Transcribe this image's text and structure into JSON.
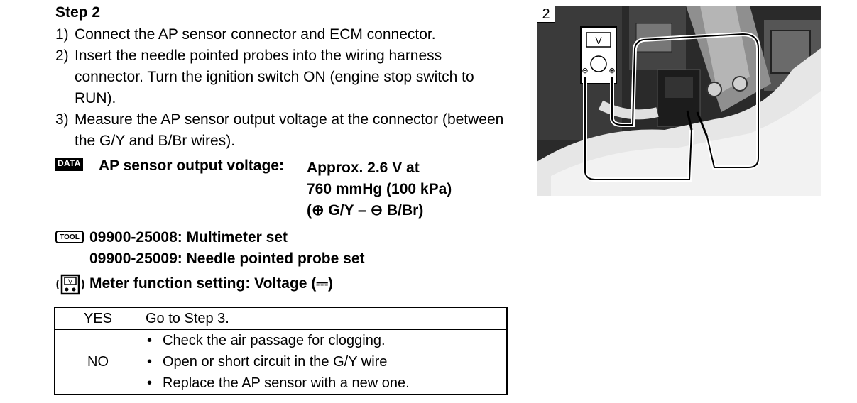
{
  "step": {
    "title": "Step 2",
    "items": [
      {
        "num": "1)",
        "text": "Connect the AP sensor connector and ECM connector."
      },
      {
        "num": "2)",
        "text": "Insert the needle pointed probes into the wiring harness connector. Turn the ignition switch ON (engine stop switch to RUN)."
      },
      {
        "num": "3)",
        "text": "Measure the AP sensor output voltage at the connector (between the G/Y and B/Br wires)."
      }
    ]
  },
  "spec": {
    "badge": "DATA",
    "label": "AP sensor output voltage:",
    "value_lines": [
      "Approx. 2.6 V at",
      "760 mmHg (100 kPa)",
      "(⊕ G/Y – ⊖ B/Br)"
    ]
  },
  "tools": {
    "badge": "TOOL",
    "lines": [
      "09900-25008: Multimeter set",
      "09900-25009: Needle pointed probe set"
    ]
  },
  "meter": {
    "label": "Meter function setting: Voltage (",
    "symbol": "⎓",
    "close": ")"
  },
  "result_table": {
    "rows": [
      {
        "key": "YES",
        "lines": [
          "Go to Step 3."
        ],
        "bulleted": false
      },
      {
        "key": "NO",
        "lines": [
          "Check the air passage for clogging.",
          "Open or short circuit in the G/Y wire",
          "Replace the AP sensor with a new one."
        ],
        "bulleted": true
      }
    ],
    "bullet": "•"
  },
  "figure": {
    "number": "2",
    "meter_letter": "V",
    "minus": "⊖",
    "plus": "⊕",
    "colors": {
      "photo_dark": "#2a2a2a",
      "metal": "#9a9a9a",
      "white_part": "#e6e6e6"
    }
  }
}
